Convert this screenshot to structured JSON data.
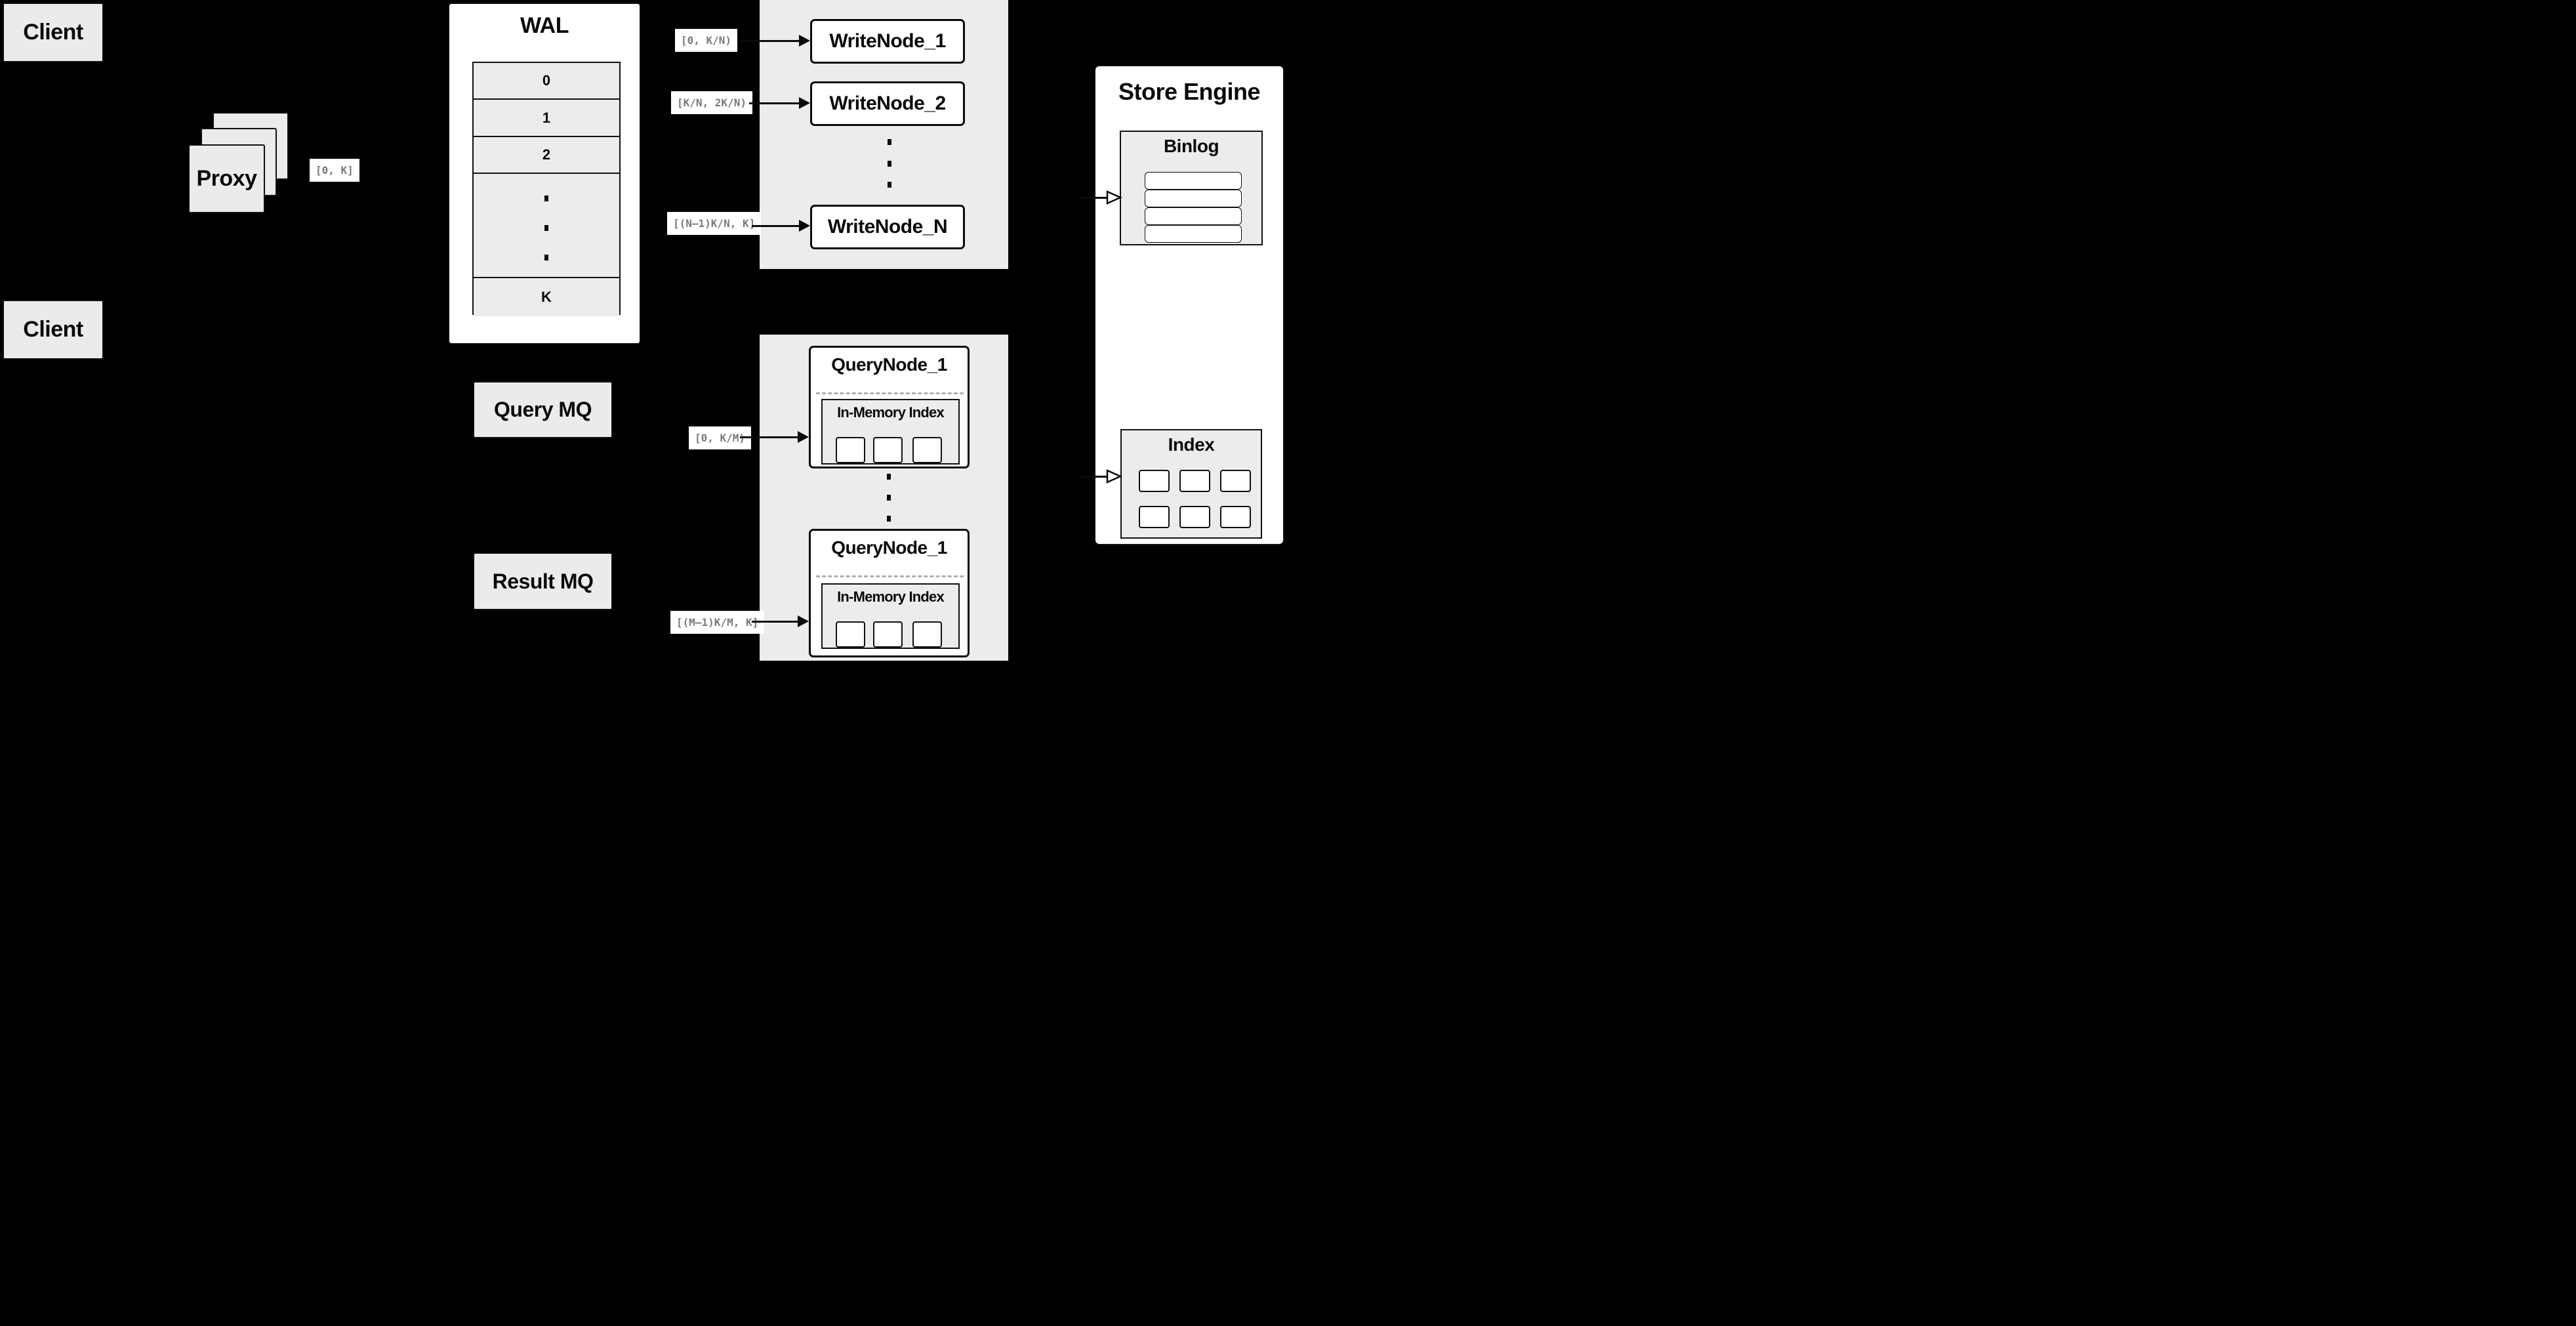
{
  "colors": {
    "background": "#000000",
    "panel_fill": "#ececec",
    "box_fill": "#ebebeb",
    "node_fill": "#ffffff",
    "border": "#101010",
    "range_label_text": "#7a7a7a"
  },
  "clients": {
    "top": "Client",
    "bottom": "Client"
  },
  "proxy": {
    "label": "Proxy",
    "output_range": "[0, K]"
  },
  "wal": {
    "title": "WAL",
    "rows": [
      "0",
      "1",
      "2",
      "K"
    ]
  },
  "write_section": {
    "labels": [
      "[0, K/N)",
      "[K/N, 2K/N)",
      "[(N–1)K/N, K]"
    ],
    "nodes": [
      "WriteNode_1",
      "WriteNode_2",
      "WriteNode_N"
    ]
  },
  "query_section": {
    "mq": {
      "query": "Query MQ",
      "result": "Result MQ"
    },
    "labels": [
      "[0, K/M)",
      "[(M–1)K/M, K]"
    ],
    "nodes": [
      {
        "title": "QueryNode_1",
        "inner": "In-Memory Index"
      },
      {
        "title": "QueryNode_1",
        "inner": "In-Memory Index"
      }
    ]
  },
  "store_engine": {
    "title": "Store Engine",
    "binlog": "Binlog",
    "index": "Index"
  }
}
